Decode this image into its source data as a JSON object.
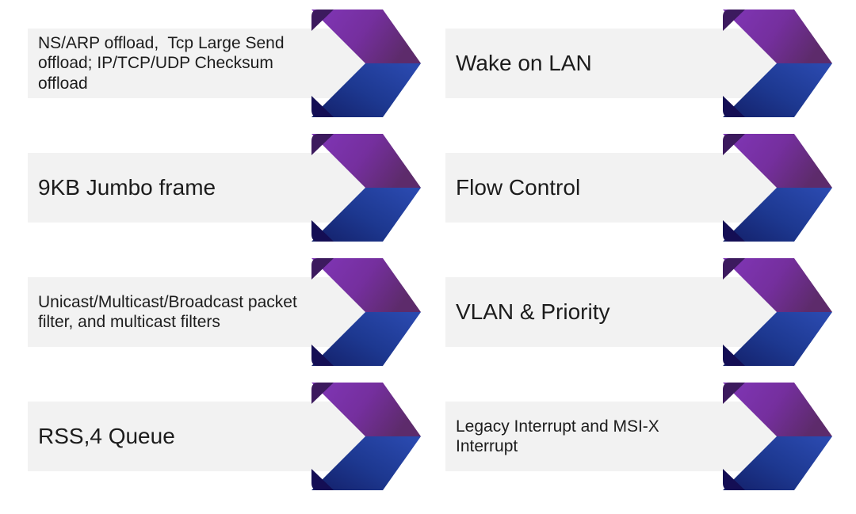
{
  "features": {
    "left": [
      {
        "label": "NS/ARP offload,  Tcp Large Send offload; IP/TCP/UDP Checksum offload",
        "size": "small"
      },
      {
        "label": "9KB Jumbo frame",
        "size": "large"
      },
      {
        "label": "Unicast/Multicast/Broadcast packet filter, and multicast filters",
        "size": "small"
      },
      {
        "label": "RSS,4 Queue",
        "size": "large"
      }
    ],
    "right": [
      {
        "label": "Wake on LAN",
        "size": "large"
      },
      {
        "label": "Flow Control",
        "size": "large"
      },
      {
        "label": "VLAN & Priority",
        "size": "large"
      },
      {
        "label": "Legacy Interrupt and MSI-X Interrupt",
        "size": "small"
      }
    ]
  },
  "icons": {
    "arrow": "chevron-ribbon-arrow-icon"
  },
  "colors": {
    "page_background": "#ffffff",
    "bar_background": "#f2f2f2",
    "text": "#1c1c1c",
    "purple_gradient": [
      "#8136b8",
      "#752f9e",
      "#5d2b6b"
    ],
    "blue_gradient": [
      "#131f68",
      "#1d3890",
      "#2a49ae"
    ],
    "fold_top": "#3c1a5e",
    "fold_bottom": "#140e54"
  }
}
